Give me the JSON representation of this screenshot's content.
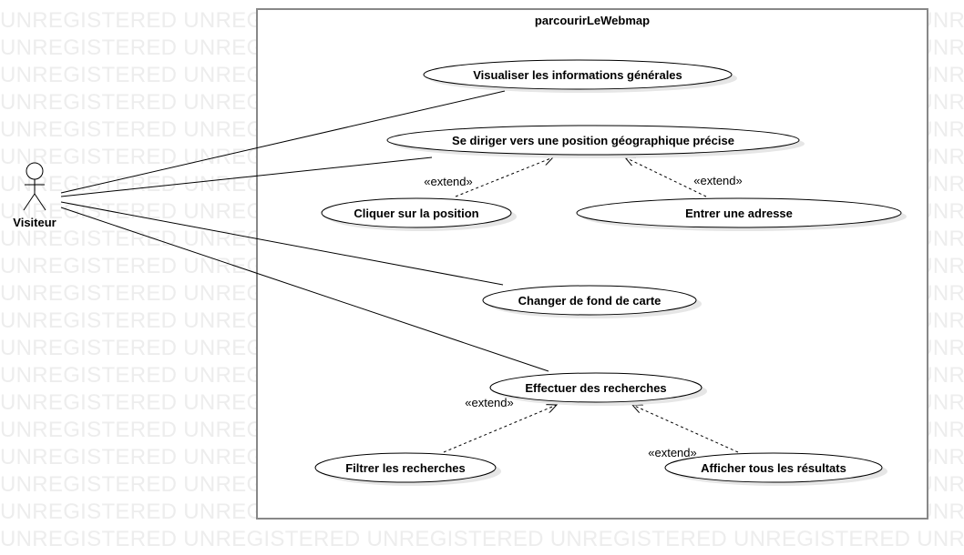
{
  "watermark": {
    "text": "UNREGISTERED"
  },
  "system": {
    "title": "parcourirLeWebmap"
  },
  "actor": {
    "label": "Visiteur"
  },
  "use_cases": {
    "visualiser": "Visualiser les informations générales",
    "diriger": "Se diriger vers une position géographique précise",
    "cliquer": "Cliquer sur la position",
    "entrer": "Entrer une adresse",
    "changer": "Changer de fond de carte",
    "effectuer": "Effectuer des recherches",
    "filtrer": "Filtrer les recherches",
    "afficher": "Afficher tous les résultats"
  },
  "relations": {
    "extend_label": "«extend»"
  }
}
